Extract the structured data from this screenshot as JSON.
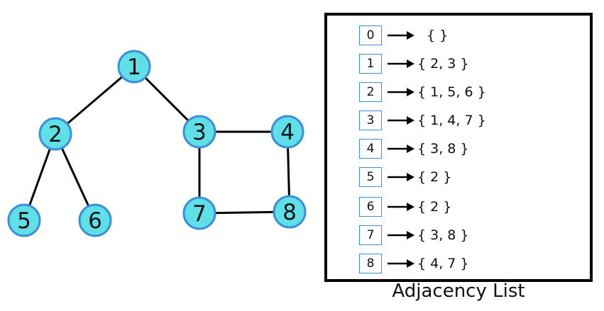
{
  "colors": {
    "node_fill": "#5fe0e8",
    "node_stroke": "#3b8fd6",
    "edge": "#000000",
    "index_border": "#3b8fd6"
  },
  "graph": {
    "nodes": [
      {
        "id": "1",
        "label": "1"
      },
      {
        "id": "2",
        "label": "2"
      },
      {
        "id": "3",
        "label": "3"
      },
      {
        "id": "4",
        "label": "4"
      },
      {
        "id": "5",
        "label": "5"
      },
      {
        "id": "6",
        "label": "6"
      },
      {
        "id": "7",
        "label": "7"
      },
      {
        "id": "8",
        "label": "8"
      }
    ],
    "edges": [
      [
        "1",
        "2"
      ],
      [
        "1",
        "3"
      ],
      [
        "2",
        "5"
      ],
      [
        "2",
        "6"
      ],
      [
        "3",
        "4"
      ],
      [
        "3",
        "7"
      ],
      [
        "4",
        "8"
      ],
      [
        "7",
        "8"
      ]
    ]
  },
  "adjacency": {
    "rows": [
      {
        "index": "0",
        "set": "{ }"
      },
      {
        "index": "1",
        "set": "{ 2, 3 }"
      },
      {
        "index": "2",
        "set": "{ 1, 5, 6 }"
      },
      {
        "index": "3",
        "set": "{ 1, 4, 7 }"
      },
      {
        "index": "4",
        "set": "{ 3, 8 }"
      },
      {
        "index": "5",
        "set": "{ 2 }"
      },
      {
        "index": "6",
        "set": "{ 2 }"
      },
      {
        "index": "7",
        "set": "{ 3, 8 }"
      },
      {
        "index": "8",
        "set": "{ 4, 7 }"
      }
    ],
    "arrow_icon": "right-arrow-icon"
  },
  "caption": "Adjacency List"
}
